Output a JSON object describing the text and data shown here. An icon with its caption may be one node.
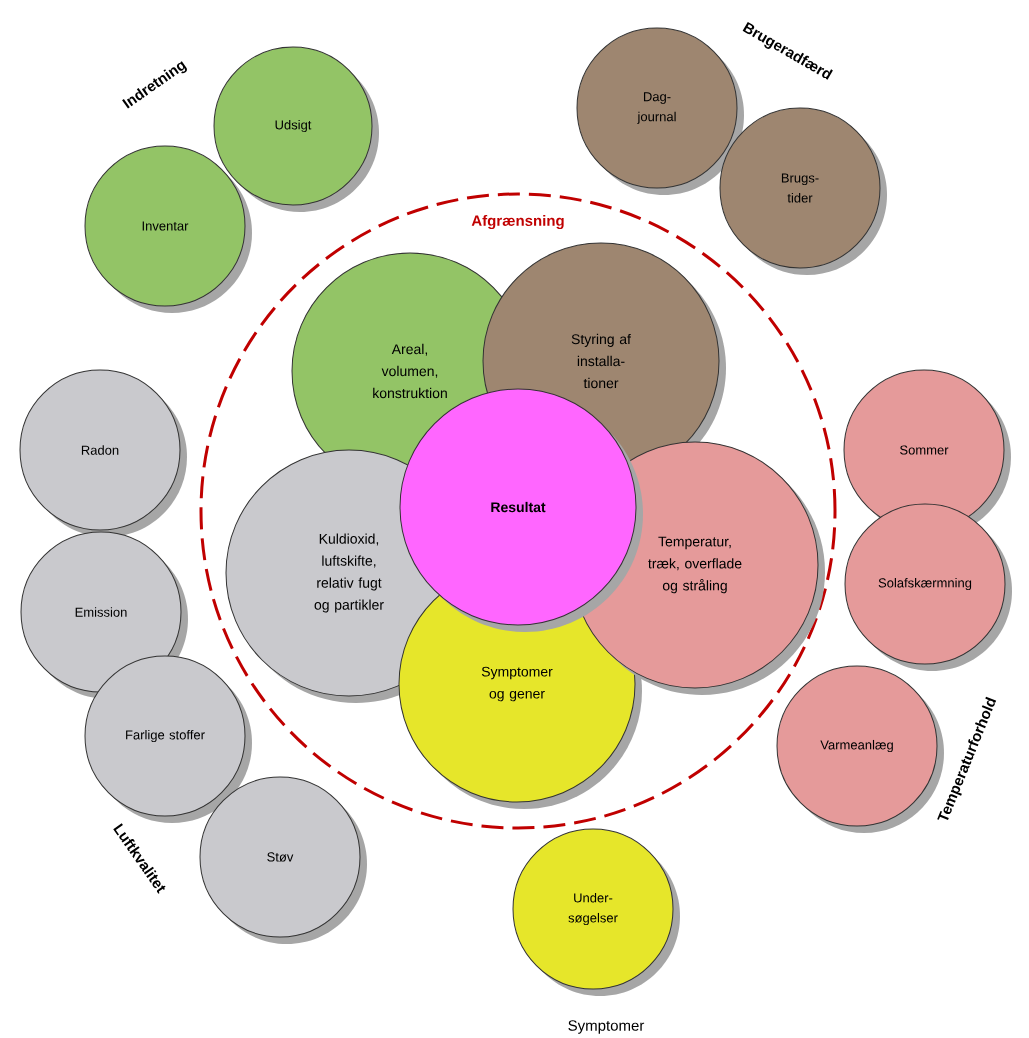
{
  "diagram": {
    "nodes": [
      {
        "text": [
          "Afgrænsning"
        ]
      },
      {
        "text": [
          "Areal, volumen, konstruktion"
        ],
        "in": 0
      },
      {
        "text": [
          "Styring af installa-tioner"
        ],
        "in": 0
      },
      {
        "text": [
          "Kuldioxid, luftskifte, relativ fugt og partikler"
        ],
        "in": 0
      },
      {
        "text": [
          "Resultat"
        ],
        "in": 0
      },
      {
        "text": [
          "Temperatur, træk, overflade og stråling"
        ],
        "in": 0
      },
      {
        "text": [
          "Symptomer og gener"
        ],
        "in": 0
      },
      {
        "text": [
          "Udsigt"
        ]
      },
      {
        "text": [
          "Inventar"
        ]
      },
      {
        "text": [
          "Dag-journal"
        ]
      },
      {
        "text": [
          "Brugs-tider"
        ]
      },
      {
        "text": [
          "Radon"
        ]
      },
      {
        "text": [
          "Emission"
        ]
      },
      {
        "text": [
          "Farlige stoffer"
        ]
      },
      {
        "text": [
          "Støv"
        ]
      },
      {
        "text": [
          "Sommer"
        ]
      },
      {
        "text": [
          "Solafskærmning"
        ]
      },
      {
        "text": [
          "Varmeanlæg"
        ]
      },
      {
        "text": [
          "Under-søgelser"
        ]
      }
    ],
    "labels": [
      "Indretning",
      "Brugeradfærd",
      "Luftkvalitet",
      "Temperaturforhold",
      "Symptomer"
    ]
  }
}
